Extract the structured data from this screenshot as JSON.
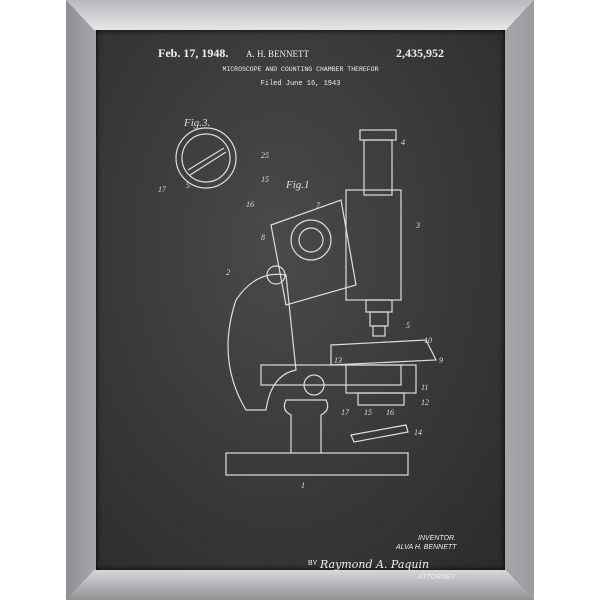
{
  "patent": {
    "date": "Feb. 17, 1948.",
    "inventor_header": "A. H. BENNETT",
    "number": "2,435,952",
    "title": "MICROSCOPE AND COUNTING CHAMBER THEREFOR",
    "filed": "Filed June 16, 1943"
  },
  "figures": {
    "fig3": "Fig.3.",
    "fig1": "Fig.1"
  },
  "signature_block": {
    "inventor_label": "INVENTOR.",
    "inventor_name": "ALVA H. BENNETT",
    "by": "BY",
    "signature": "Raymond A. Paquin",
    "attorney": "ATTORNEY"
  },
  "colors": {
    "chalkboard": "#3a3a3a",
    "frame": "#d9dadc",
    "chalk": "#eeeeee"
  }
}
